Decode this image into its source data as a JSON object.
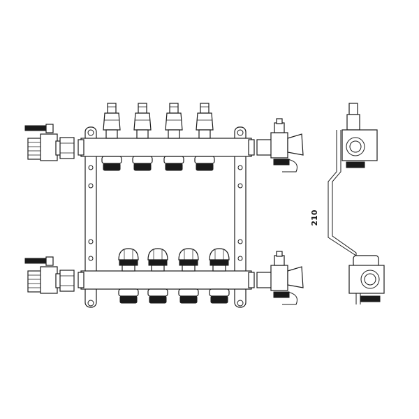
{
  "drawing": {
    "dimension_label": "210"
  },
  "manifold": {
    "supply_outlets": 4,
    "return_outlets": 4
  },
  "colors": {
    "line": "#1a1a1a",
    "background": "#ffffff"
  }
}
